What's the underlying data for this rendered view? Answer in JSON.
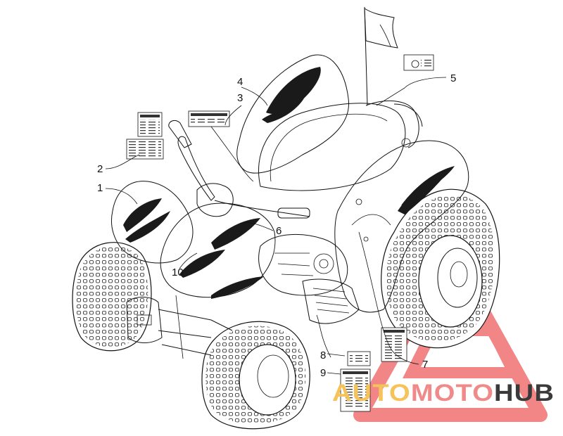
{
  "callouts": [
    {
      "id": "1",
      "text": "1"
    },
    {
      "id": "2",
      "text": "2"
    },
    {
      "id": "3",
      "text": "3"
    },
    {
      "id": "4",
      "text": "4"
    },
    {
      "id": "5",
      "text": "5"
    },
    {
      "id": "6",
      "text": "6"
    },
    {
      "id": "7",
      "text": "7"
    },
    {
      "id": "8",
      "text": "8"
    },
    {
      "id": "9",
      "text": "9"
    },
    {
      "id": "10",
      "text": "10"
    }
  ],
  "watermark": {
    "part1": "AUTO",
    "part2": "MOTO",
    "part3": "HUB",
    "colors": {
      "auto": "#f6c25a",
      "moto": "#f08a8a",
      "hub": "#3a3a3a",
      "triangle": "#f07070"
    }
  }
}
